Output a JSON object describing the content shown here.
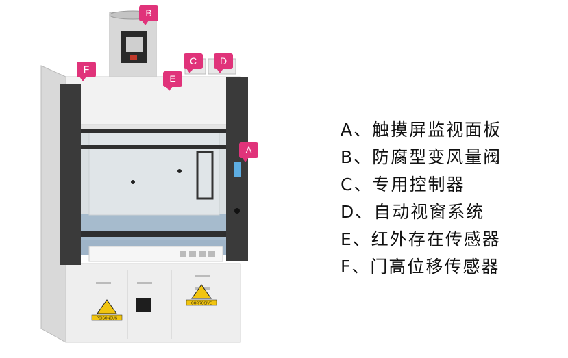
{
  "markers": {
    "A": "A",
    "B": "B",
    "C": "C",
    "D": "D",
    "E": "E",
    "F": "F"
  },
  "legend": [
    "A、触摸屏监视面板",
    "B、防腐型变风量阀",
    "C、专用控制器",
    "D、自动视窗系统",
    "E、红外存在传感器",
    "F、门高位移传感器"
  ],
  "labels": {
    "warning_left": "POISONOUS",
    "warning_right": "CORROSIVE"
  },
  "colors": {
    "marker": "#e0337a",
    "frame": "#3a3a3a",
    "body": "#eeeeee"
  }
}
